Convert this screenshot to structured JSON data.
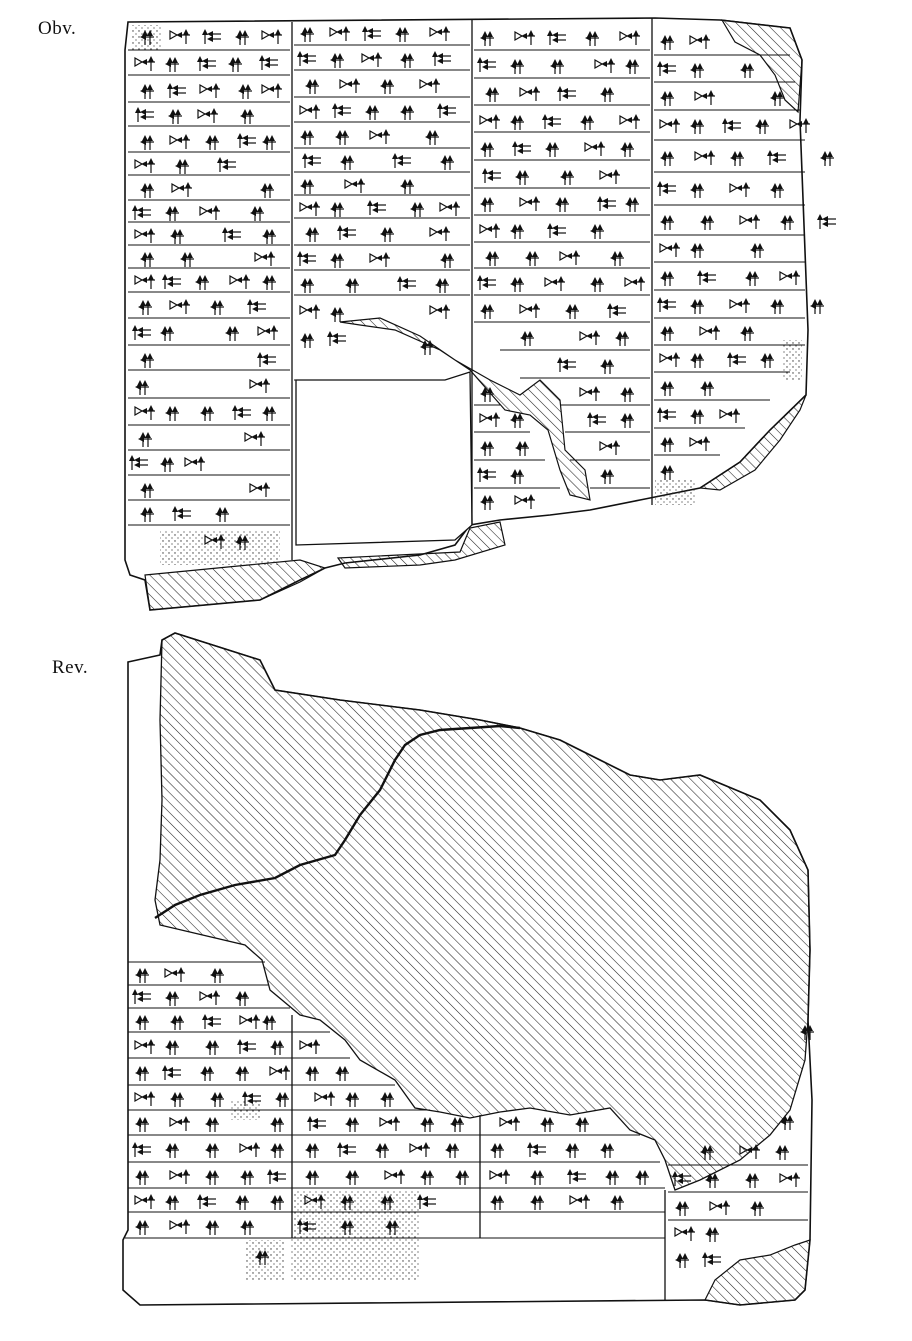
{
  "labels": {
    "obverse": "Obv.",
    "reverse": "Rev."
  },
  "drawing": {
    "ink_color": "#111111",
    "paper_color": "#ffffff",
    "hatch_color": "#222222",
    "obverse_columns": 4,
    "reverse_columns": 4
  }
}
